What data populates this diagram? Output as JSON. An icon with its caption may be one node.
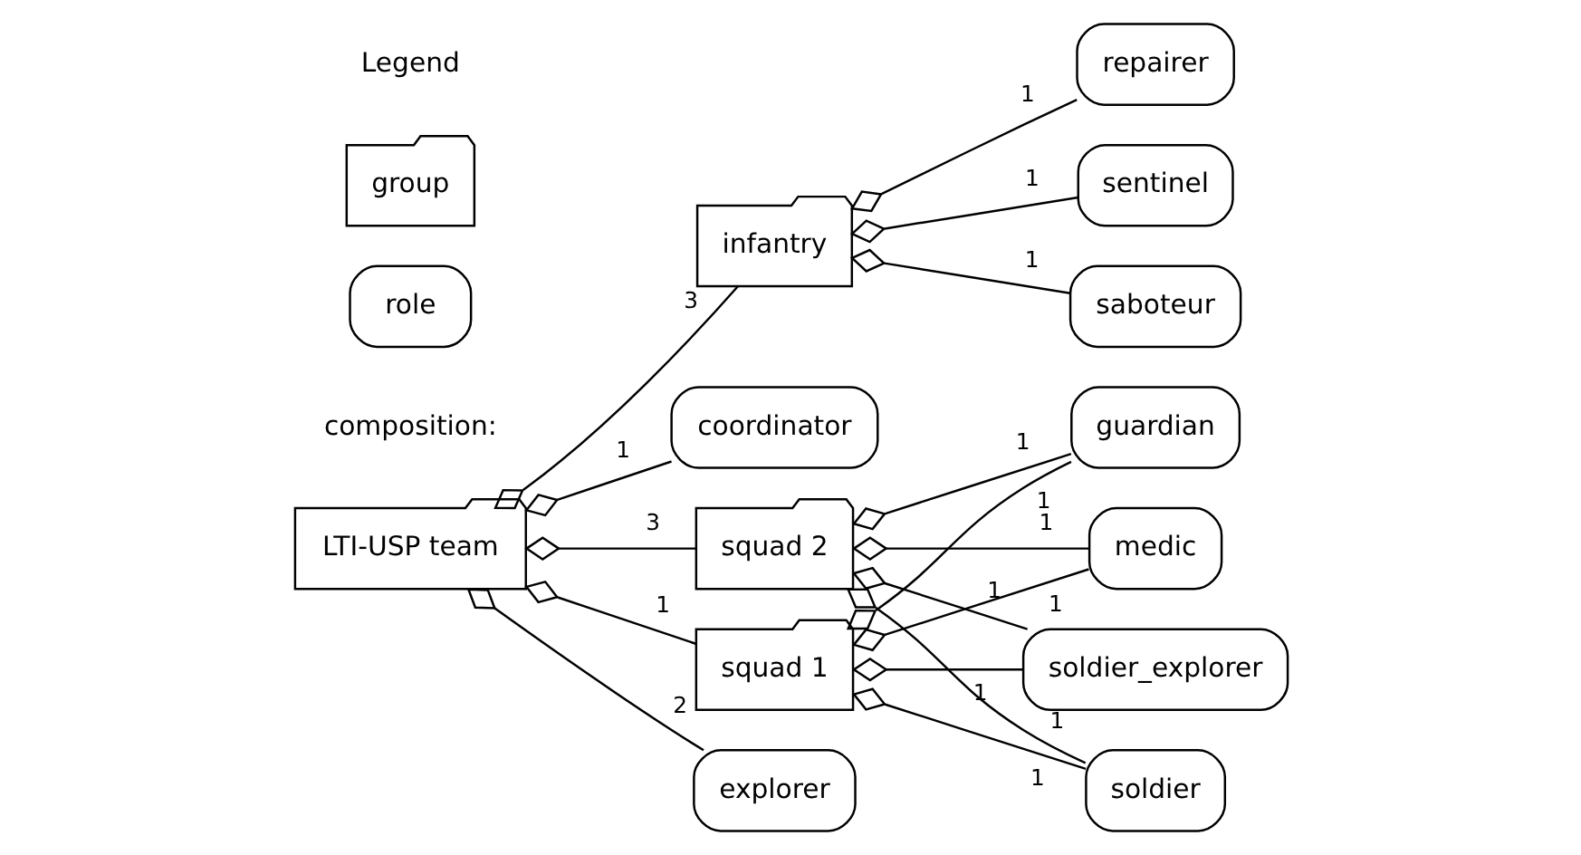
{
  "diagram": {
    "nodes": [
      {
        "text": [
          "infantry"
        ]
      },
      {
        "text": [
          "repairer"
        ]
      },
      {
        "text": [
          "sentinel"
        ]
      },
      {
        "text": [
          "saboteur"
        ]
      },
      {
        "text": [
          "coordinator"
        ]
      },
      {
        "text": [
          "squad 1"
        ]
      },
      {
        "text": [
          "LTI-USP team"
        ]
      },
      {
        "text": [
          "soldier"
        ]
      },
      {
        "text": [
          "guardian"
        ]
      },
      {
        "text": [
          "squad 2"
        ]
      },
      {
        "text": [
          "medic"
        ]
      },
      {
        "text": [
          "explorer"
        ]
      },
      {
        "text": [
          "soldier_explorer"
        ]
      }
    ],
    "edges": [
      {
        "from": 0,
        "to": 1,
        "arrow": "other",
        "label": "1"
      },
      {
        "from": 0,
        "to": 2,
        "arrow": "other",
        "label": "1"
      },
      {
        "from": 0,
        "to": 3,
        "arrow": "other",
        "label": "1"
      },
      {
        "from": 6,
        "to": 4,
        "arrow": "other",
        "label": "1"
      },
      {
        "from": 6,
        "to": 0,
        "arrow": "other",
        "label": "3"
      },
      {
        "from": 6,
        "to": 5,
        "arrow": "other",
        "label": "1"
      },
      {
        "from": 6,
        "to": 9,
        "arrow": "other",
        "label": "3"
      },
      {
        "from": 6,
        "to": 11,
        "arrow": "other",
        "label": "2"
      },
      {
        "from": 5,
        "to": 7,
        "arrow": "other",
        "label": "1"
      },
      {
        "from": 5,
        "to": 8,
        "arrow": "other",
        "label": "1"
      },
      {
        "from": 5,
        "to": 10,
        "arrow": "other",
        "label": "1"
      },
      {
        "from": 5,
        "to": 12,
        "arrow": "other",
        "label": "1"
      },
      {
        "from": 9,
        "to": 7,
        "arrow": "other",
        "label": "1"
      },
      {
        "from": 9,
        "to": 8,
        "arrow": "other",
        "label": "1"
      },
      {
        "from": 9,
        "to": 10,
        "arrow": "other",
        "label": "1"
      },
      {
        "from": 9,
        "to": 12,
        "arrow": "other",
        "label": "1"
      }
    ],
    "labels": [
      "Legend"
    ],
    "legend": [
      {
        "text": "group"
      },
      {
        "text": "role"
      },
      {
        "text": "composition:"
      }
    ]
  }
}
